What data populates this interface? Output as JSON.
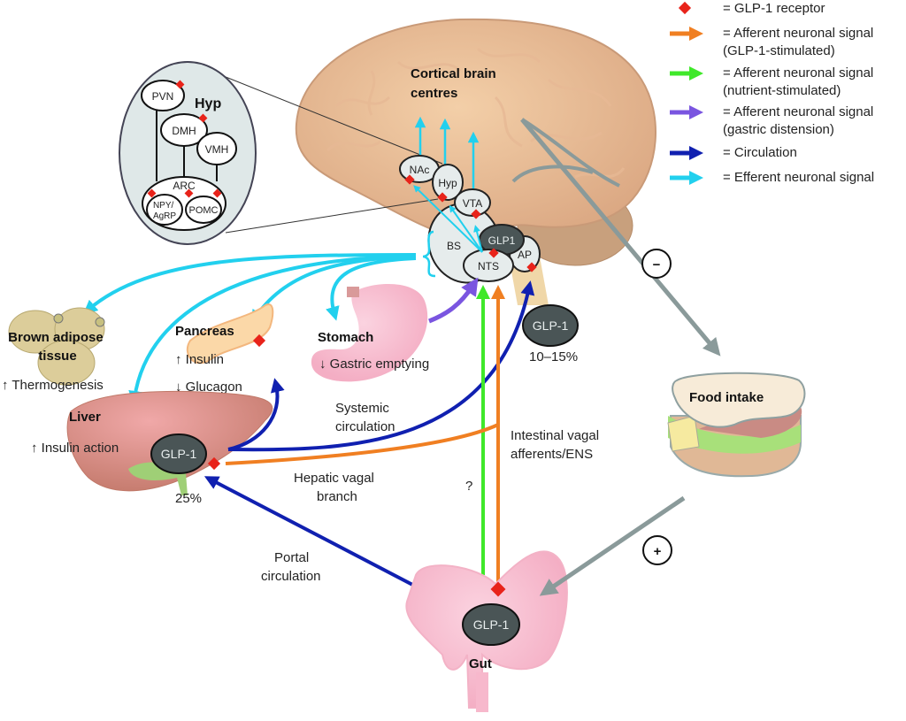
{
  "legend": {
    "items": [
      {
        "symbol": "red-diamond",
        "color": "#e8231a",
        "label": "= GLP-1 receptor"
      },
      {
        "symbol": "arrow",
        "color": "#f07f22",
        "label": "= Afferent neuronal signal\n(GLP-1-stimulated)"
      },
      {
        "symbol": "arrow",
        "color": "#3fe82a",
        "label": "= Afferent neuronal signal\n(nutrient-stimulated)"
      },
      {
        "symbol": "arrow",
        "color": "#7a55e0",
        "label": "= Afferent neuronal signal\n(gastric distension)"
      },
      {
        "symbol": "arrow",
        "color": "#1020b0",
        "label": "= Circulation"
      },
      {
        "symbol": "arrow",
        "color": "#22d0ee",
        "label": "= Efferent neuronal signal"
      }
    ]
  },
  "colors": {
    "receptor": "#e8231a",
    "afferent_glp1": "#f07f22",
    "afferent_nutrient": "#3fe82a",
    "afferent_gastric": "#7a55e0",
    "circulation": "#1020b0",
    "efferent": "#22d0ee",
    "feedback": "#8a9a9a",
    "glp1_node": "#4a5556"
  },
  "hypothalamus_inset": {
    "title": "Hyp",
    "nuclei": [
      "PVN",
      "DMH",
      "VMH",
      "ARC"
    ],
    "arc_subnuclei": [
      "NPY/\nAgRP",
      "POMC"
    ],
    "npy_line1": "NPY/",
    "npy_line2": "AgRP"
  },
  "brain": {
    "cortical_label_line1": "Cortical brain",
    "cortical_label_line2": "centres",
    "regions": {
      "nac": "NAc",
      "hyp": "Hyp",
      "vta": "VTA",
      "bs": "BS",
      "glp1": "GLP1",
      "nts": "NTS",
      "ap": "AP"
    }
  },
  "organs": {
    "brown_adipose": {
      "label_line1": "Brown adipose",
      "label_line2": "tissue",
      "effect": "↑ Thermogenesis"
    },
    "pancreas": {
      "label": "Pancreas",
      "effect1": "↑ Insulin",
      "effect2": "↓ Glucagon"
    },
    "stomach": {
      "label": "Stomach",
      "effect": "↓ Gastric emptying"
    },
    "liver": {
      "label": "Liver",
      "effect": "↑ Insulin action",
      "glp1": "GLP-1",
      "percent": "25%"
    },
    "gut": {
      "label": "Gut",
      "glp1": "GLP-1"
    },
    "systemic_glp1": {
      "glp1": "GLP-1",
      "percent": "10–15%"
    }
  },
  "pathways": {
    "systemic_line1": "Systemic",
    "systemic_line2": "circulation",
    "intestinal_line1": "Intestinal vagal",
    "intestinal_line2": "afferents/ENS",
    "hepatic_line1": "Hepatic vagal",
    "hepatic_line2": "branch",
    "portal_line1": "Portal",
    "portal_line2": "circulation",
    "question": "?"
  },
  "food": {
    "label": "Food intake",
    "minus": "−",
    "plus": "+"
  }
}
